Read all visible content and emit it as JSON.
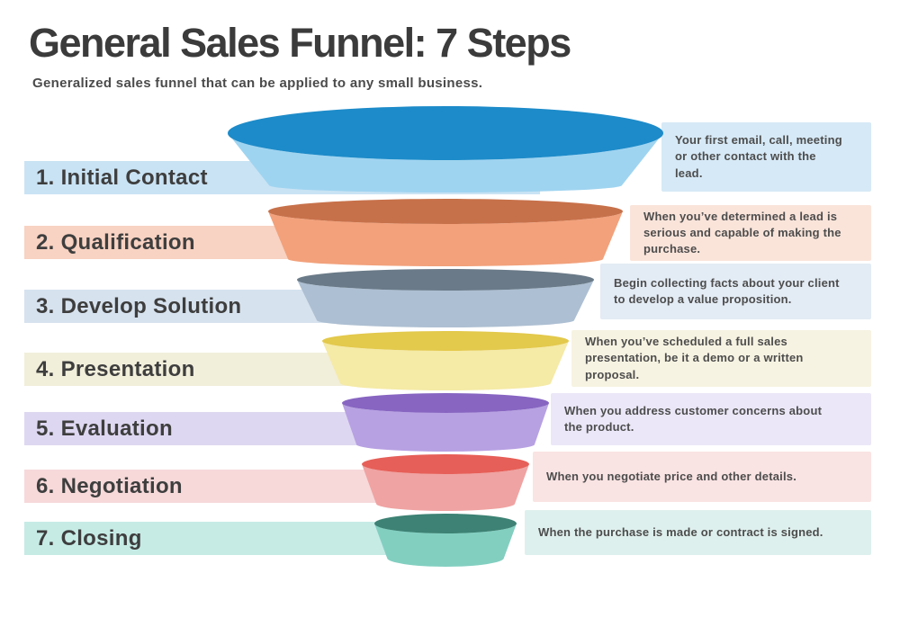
{
  "title": "General Sales Funnel: 7 Steps",
  "subtitle": "Generalized sales funnel that can be applied to any small business.",
  "steps": [
    {
      "number": "1",
      "label": "1. Initial Contact",
      "description": "Your first email, call, meeting\nor other contact with the\nlead.",
      "colors": {
        "rim": "#1d8bc9",
        "body": "#9fd4f0",
        "label_band": "#c9e3f4",
        "desc_band": "#d6e9f6"
      }
    },
    {
      "number": "2",
      "label": "2. Qualification",
      "description": "When you’ve determined a lead is\nserious and capable of making the\npurchase.",
      "colors": {
        "rim": "#c7714a",
        "body": "#f2a17b",
        "label_band": "#f8d2c2",
        "desc_band": "#fae4da"
      }
    },
    {
      "number": "3",
      "label": "3. Develop Solution",
      "description": "Begin collecting facts about your client\nto develop a value proposition.",
      "colors": {
        "rim": "#6a7a88",
        "body": "#adbfd2",
        "label_band": "#d6e2ee",
        "desc_band": "#e3ebf4"
      }
    },
    {
      "number": "4",
      "label": "4. Presentation",
      "description": "When you’ve scheduled a full sales\npresentation, be it a demo or a written\nproposal.",
      "colors": {
        "rim": "#e3c94c",
        "body": "#f5eaa6",
        "label_band": "#f1eeda",
        "desc_band": "#f7f3e2"
      }
    },
    {
      "number": "5",
      "label": "5. Evaluation",
      "description": "When you address customer concerns about\nthe product.",
      "colors": {
        "rim": "#8765c1",
        "body": "#b7a1e2",
        "label_band": "#ded7f1",
        "desc_band": "#ebe7f8"
      }
    },
    {
      "number": "6",
      "label": "6. Negotiation",
      "description": "When you negotiate price and other details.",
      "colors": {
        "rim": "#e65f58",
        "body": "#efa3a2",
        "label_band": "#f7d9da",
        "desc_band": "#fae3e3"
      }
    },
    {
      "number": "7",
      "label": "7. Closing",
      "description": "When the purchase is made or contract is signed.",
      "colors": {
        "rim": "#3d8274",
        "body": "#82cfc0",
        "label_band": "#c6ebe5",
        "desc_band": "#def0ed"
      }
    }
  ]
}
